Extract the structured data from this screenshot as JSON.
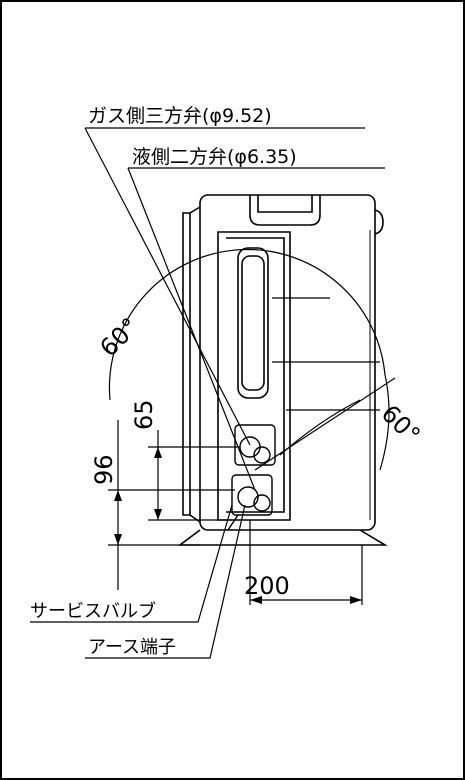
{
  "labels": {
    "gas_valve": "ガス側三方弁(φ9.52)",
    "liquid_valve": "液側二方弁(φ6.35)",
    "service_valve": "サービスバルブ",
    "earth_terminal": "アース端子"
  },
  "dimensions": {
    "angle_upper": "60°",
    "angle_lower": "60°",
    "dim_65": "65",
    "dim_96": "96",
    "dim_200": "200"
  }
}
